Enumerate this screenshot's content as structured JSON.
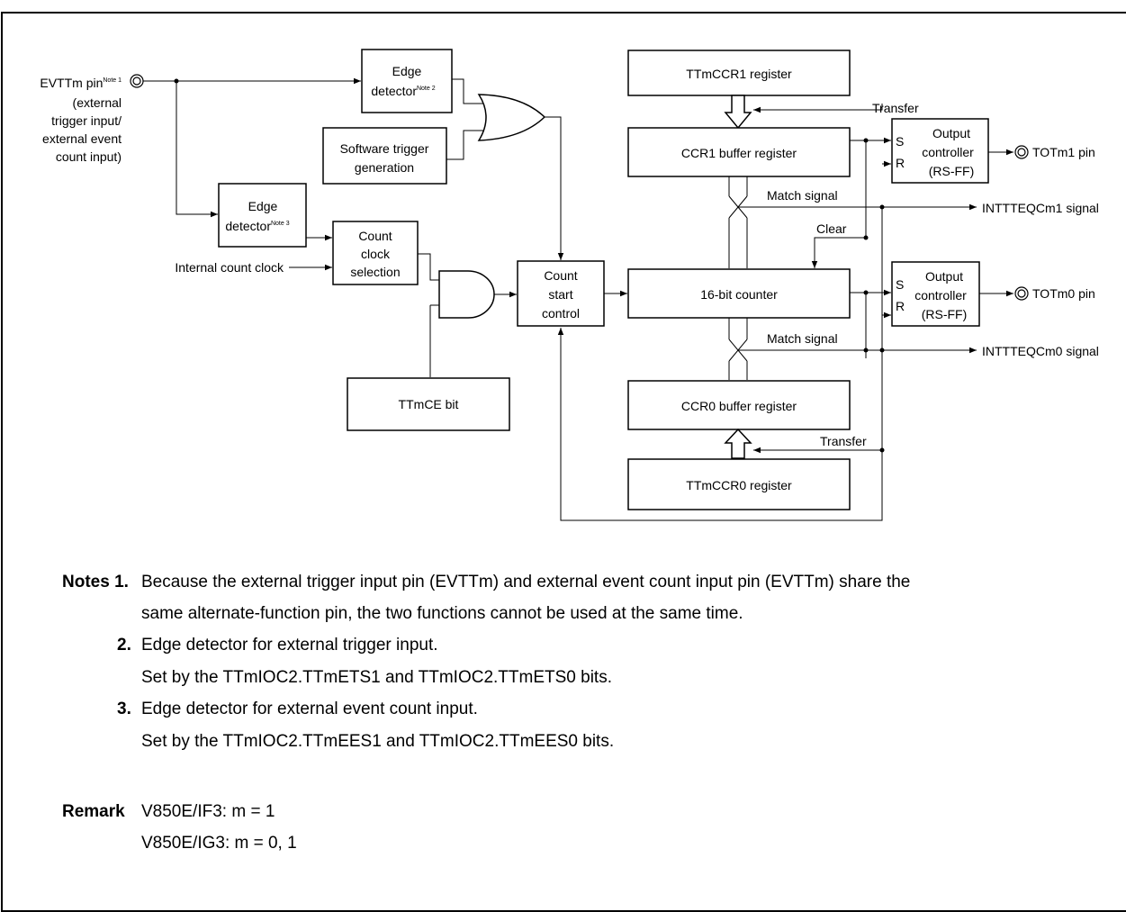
{
  "diagram": {
    "evttm_pin": "EVTTm pin",
    "evttm_note": "Note 1",
    "evttm_desc": [
      "(external",
      "trigger input/",
      "external event",
      "count input)"
    ],
    "edge1": [
      "Edge",
      "detector"
    ],
    "edge1_note": "Note 2",
    "edge2": [
      "Edge",
      "detector"
    ],
    "edge2_note": "Note 3",
    "software_trigger": [
      "Software trigger",
      "generation"
    ],
    "internal_clock": "Internal count clock",
    "count_clock_sel": [
      "Count",
      "clock",
      "selection"
    ],
    "count_start": [
      "Count",
      "start",
      "control"
    ],
    "ttmce": "TTmCE bit",
    "ccr1_reg": "TTmCCR1 register",
    "ccr1_buf": "CCR1 buffer register",
    "counter": "16-bit counter",
    "ccr0_buf": "CCR0 buffer register",
    "ccr0_reg": "TTmCCR0 register",
    "transfer": "Transfer",
    "match_signal": "Match signal",
    "clear": "Clear",
    "s": "S",
    "r": "R",
    "output_ctrl": [
      "Output",
      "controller",
      "(RS-FF)"
    ],
    "totm1": "TOTm1 pin",
    "totm0": "TOTm0 pin",
    "int1": "INTTTEQCm1 signal",
    "int0": "INTTTEQCm0 signal"
  },
  "notes": {
    "notes_label": "Notes 1.",
    "note1_line1": "Because the external trigger input pin (EVTTm) and external event count input pin (EVTTm) share the",
    "note1_line2": "same alternate-function pin, the two functions cannot be used at the same time.",
    "note2_num": "2.",
    "note2_line1": "Edge detector for external trigger input.",
    "note2_line2": "Set by the TTmIOC2.TTmETS1 and TTmIOC2.TTmETS0 bits.",
    "note3_num": "3.",
    "note3_line1": "Edge detector for external event count input.",
    "note3_line2": "Set by the TTmIOC2.TTmEES1 and TTmIOC2.TTmEES0 bits.",
    "remark_label": "Remark",
    "remark_line1": "V850E/IF3: m = 1",
    "remark_line2": "V850E/IG3: m = 0, 1"
  }
}
